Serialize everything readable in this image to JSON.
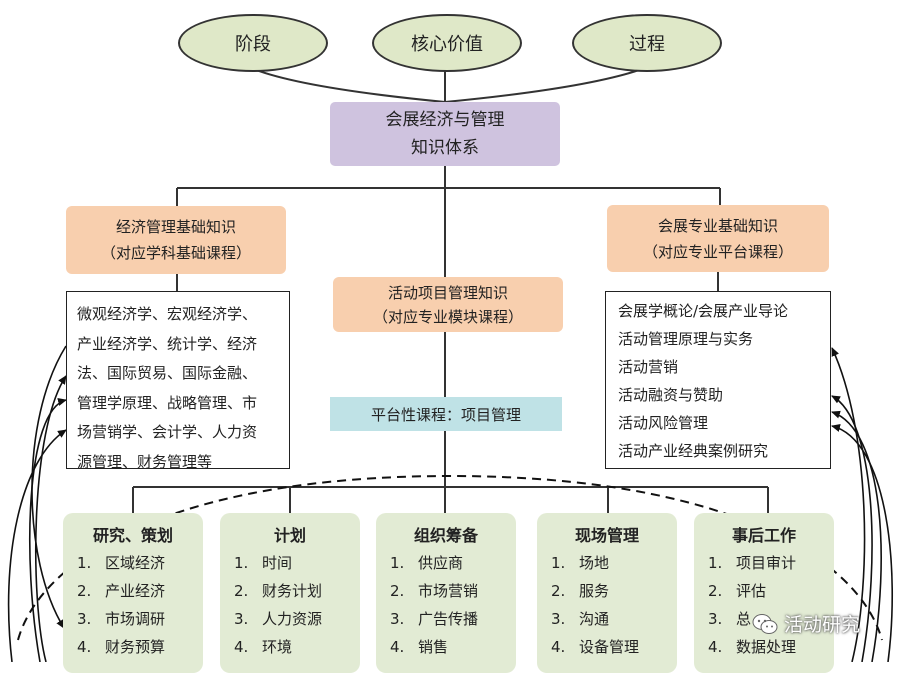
{
  "ovals": [
    "阶段",
    "核心价值",
    "过程"
  ],
  "core": {
    "line1": "会展经济与管理",
    "line2": "知识体系"
  },
  "left_header": {
    "line1": "经济管理基础知识",
    "line2": "（对应学科基础课程）"
  },
  "right_header": {
    "line1": "会展专业基础知识",
    "line2": "（对应专业平台课程）"
  },
  "center_header": {
    "line1": "活动项目管理知识",
    "line2": "（对应专业模块课程）"
  },
  "platform": "平台性课程：项目管理",
  "left_courses": [
    "微观经济学、宏观经济学、",
    "产业经济学、统计学、经济",
    "法、国际贸易、国际金融、",
    "管理学原理、战略管理、市",
    "场营销学、会计学、人力资",
    "源管理、财务管理等"
  ],
  "right_courses": [
    "会展学概论/会展产业导论",
    "活动管理原理与实务",
    "活动营销",
    "活动融资与赞助",
    "活动风险管理",
    "活动产业经典案例研究"
  ],
  "phases": [
    {
      "title": "研究、策划",
      "items": [
        {
          "num": "1.",
          "text": "区域经济"
        },
        {
          "num": "2.",
          "text": "产业经济"
        },
        {
          "num": "3.",
          "text": "市场调研"
        },
        {
          "num": "4.",
          "text": "财务预算"
        }
      ]
    },
    {
      "title": "计划",
      "items": [
        {
          "num": "1.",
          "text": "时间"
        },
        {
          "num": "2.",
          "text": "财务计划"
        },
        {
          "num": "3.",
          "text": "人力资源"
        },
        {
          "num": "4.",
          "text": "环境"
        }
      ]
    },
    {
      "title": "组织筹备",
      "items": [
        {
          "num": "1.",
          "text": "供应商"
        },
        {
          "num": "2.",
          "text": "市场营销"
        },
        {
          "num": "3.",
          "text": "广告传播"
        },
        {
          "num": "4.",
          "text": "销售"
        }
      ]
    },
    {
      "title": "现场管理",
      "items": [
        {
          "num": "1.",
          "text": "场地"
        },
        {
          "num": "2.",
          "text": "服务"
        },
        {
          "num": "3.",
          "text": "沟通"
        },
        {
          "num": "4.",
          "text": "设备管理"
        }
      ]
    },
    {
      "title": "事后工作",
      "items": [
        {
          "num": "1.",
          "text": "项目审计"
        },
        {
          "num": "2.",
          "text": "评估"
        },
        {
          "num": "3.",
          "text": "总"
        },
        {
          "num": "4.",
          "text": "数据处理"
        }
      ]
    }
  ],
  "watermark": {
    "text": "活动研究",
    "icon": "wechat-icon"
  }
}
